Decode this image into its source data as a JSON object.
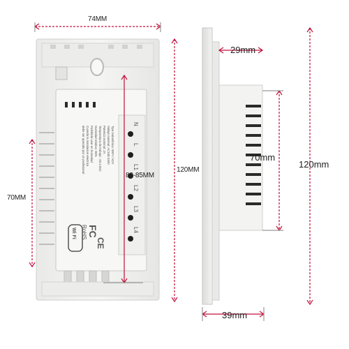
{
  "dimensions": {
    "back_width": "74MM",
    "mount_spacing": "70MM",
    "back_height": "120MM",
    "terminal_span": "83-85MM",
    "side_depth_top": "29mm",
    "side_spacing": "70mm",
    "side_height": "120mm",
    "side_depth_bottom": "39mm"
  },
  "terminals": [
    "N",
    "L",
    "L1",
    "L2",
    "L3",
    "L4"
  ],
  "cert_marks": [
    "FC",
    "RoHS",
    "CE"
  ],
  "wifi_mark": "Wi Fi",
  "spec_text": [
    "Tipo Inalambrico: WIFI / ADV",
    "Voltaje nominal: AC100-240V",
    "Potencia nominal: 2A",
    "Temperatura de trabajo: -20 a 55C",
    "Humedad relativa: 90%",
    "Prohibido usar en humedad",
    "Cuando la instalacion electrica",
    "debe ser operado por un profesional"
  ],
  "colors": {
    "dimension_line": "#c0103a",
    "body": "#f1f1ef",
    "module": "#f7f7f5",
    "terminal": "#1f1f1f"
  }
}
